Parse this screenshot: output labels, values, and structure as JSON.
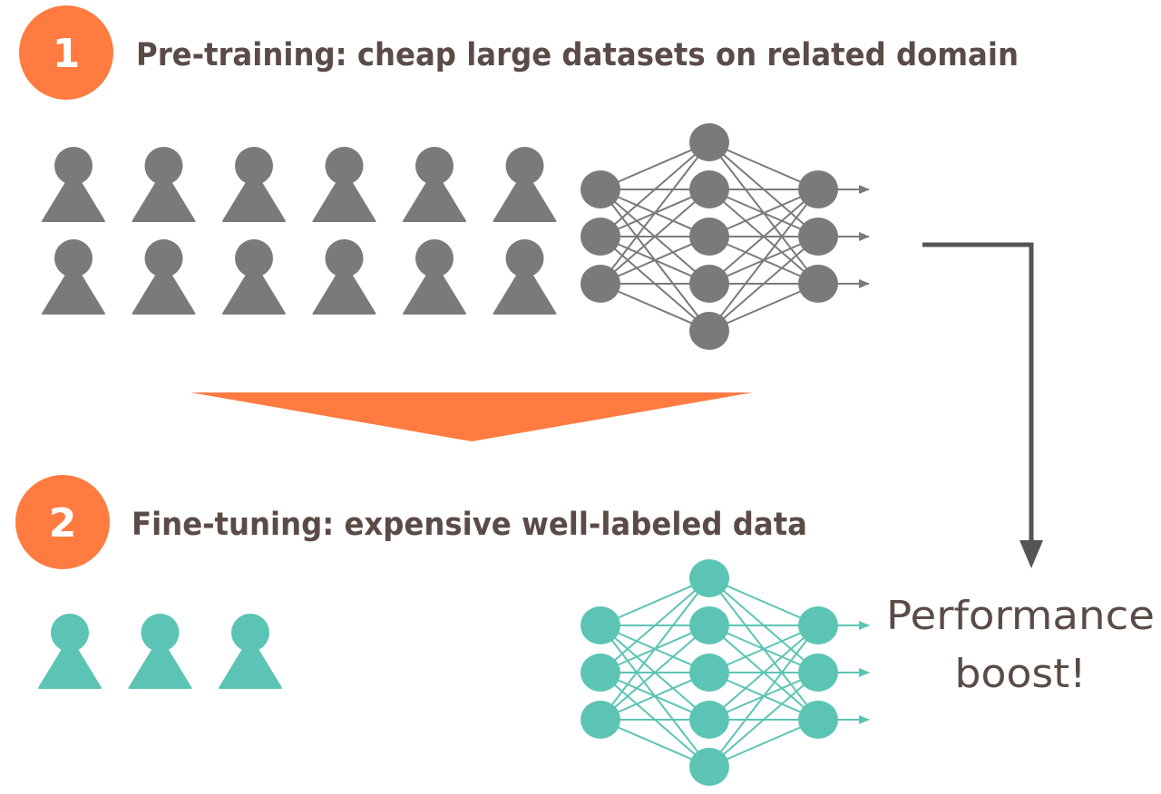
{
  "steps": [
    {
      "number": "1",
      "title": "Pre-training: cheap large datasets on related domain",
      "data_rows": 2,
      "data_per_row": 6,
      "data_color": "#7a7a7a"
    },
    {
      "number": "2",
      "title": "Fine-tuning: expensive well-labeled data",
      "data_rows": 1,
      "data_per_row": 3,
      "data_color": "#5bc4b5"
    }
  ],
  "network": {
    "layer_sizes": [
      3,
      5,
      3
    ],
    "pretrained_color": "#7a7a7a",
    "finetuned_color": "#5bc4b5"
  },
  "result": {
    "line1": "Performance",
    "line2": "boost!"
  },
  "colors": {
    "accent": "#ff7b40",
    "text": "#5b4b47",
    "arrow": "#555555"
  }
}
